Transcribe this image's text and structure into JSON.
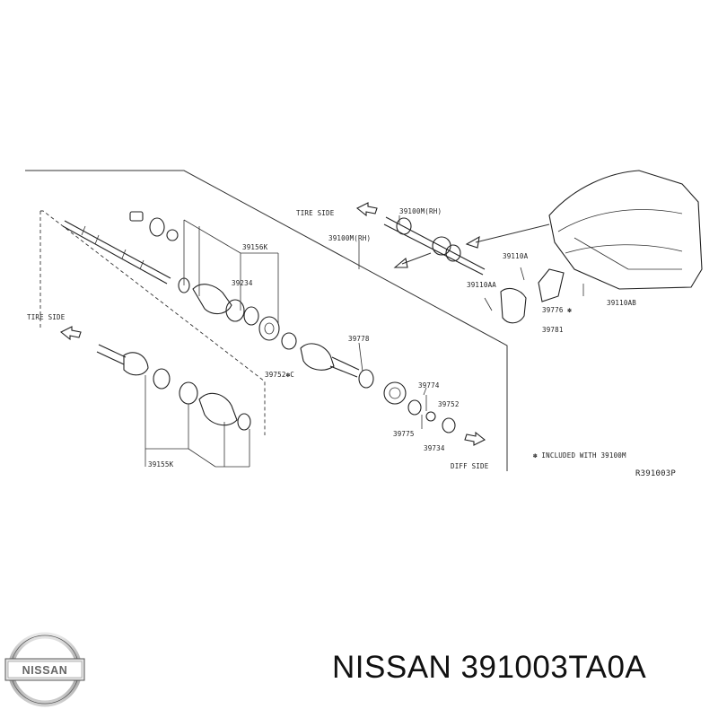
{
  "caption": "NISSAN 391003TA0A",
  "logo": {
    "text": "NISSAN"
  },
  "diagram": {
    "ref_code": "R391003P",
    "footnote": "✽ INCLUDED WITH 39100M",
    "labels": {
      "tire_side_top": "TIRE SIDE",
      "tire_side_left": "TIRE SIDE",
      "diff_side": "DIFF SIDE",
      "p39100m_rh_top": "39100M(RH)",
      "p39100m_rh_mid": "39100M(RH)",
      "p39156k_top": "39156K",
      "p39234": "39234",
      "p39752c": "39752✽C",
      "p39778": "39778",
      "p39774": "39774",
      "p39752": "39752",
      "p39775": "39775",
      "p39734": "39734",
      "p39155k": "39155K",
      "p39110a": "39110A",
      "p39110aa": "39110AA",
      "p39776": "39776 ✽",
      "p39110ab": "39110AB",
      "p39781": "39781"
    }
  }
}
